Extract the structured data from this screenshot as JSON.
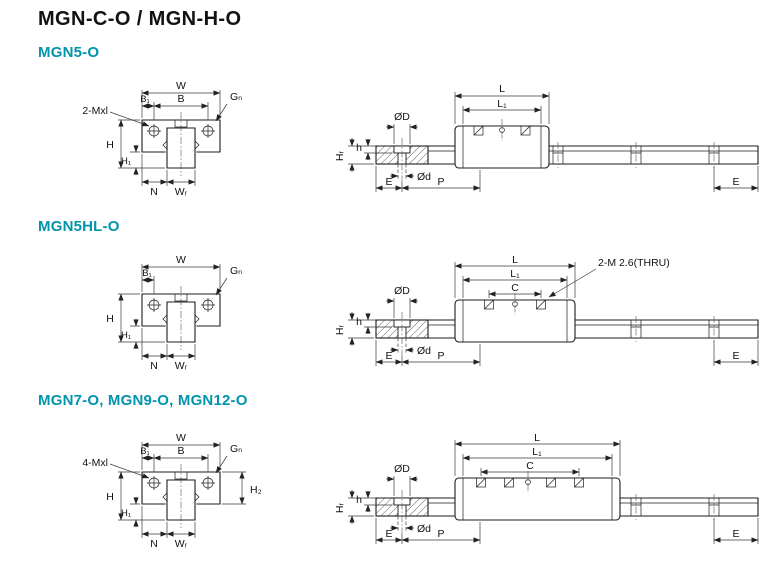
{
  "title": "MGN-C-O / MGN-H-O",
  "accent_color": "#0095ac",
  "line_color": "#1c1c1c",
  "sections": [
    {
      "label": "MGN5-O",
      "front": {
        "W": "W",
        "B1": "B₁",
        "B": "B",
        "Gn": "Gₙ",
        "screws": "2-Mxl",
        "H": "H",
        "H1": "H₁",
        "N": "N",
        "WR": "Wᵣ"
      },
      "side": {
        "L": "L",
        "L1": "L₁",
        "OD": "ØD",
        "h": "h",
        "HR": "Hᵣ",
        "Od": "Ød",
        "E1": "E",
        "P": "P",
        "E2": "E"
      }
    },
    {
      "label": "MGN5HL-O",
      "front": {
        "W": "W",
        "B1": "B₁",
        "Gn": "Gₙ",
        "H": "H",
        "H1": "H₁",
        "N": "N",
        "WR": "Wᵣ"
      },
      "side": {
        "L": "L",
        "L1": "L₁",
        "C": "C",
        "thru": "2-M 2.6(THRU)",
        "OD": "ØD",
        "h": "h",
        "HR": "Hᵣ",
        "Od": "Ød",
        "E1": "E",
        "P": "P",
        "E2": "E"
      }
    },
    {
      "label": "MGN7-O, MGN9-O, MGN12-O",
      "front": {
        "W": "W",
        "B1": "B₁",
        "B": "B",
        "Gn": "Gₙ",
        "screws": "4-Mxl",
        "H": "H",
        "H1": "H₁",
        "H2": "H₂",
        "N": "N",
        "WR": "Wᵣ"
      },
      "side": {
        "L": "L",
        "L1": "L₁",
        "C": "C",
        "OD": "ØD",
        "h": "h",
        "HR": "Hᵣ",
        "Od": "Ød",
        "E1": "E",
        "P": "P",
        "E2": "E"
      }
    }
  ]
}
